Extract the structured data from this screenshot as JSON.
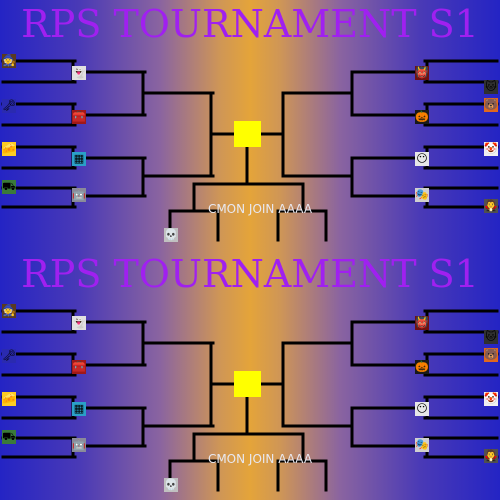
{
  "colors": {
    "title": "#a020f0",
    "bracket_line": "#000000",
    "champion_slot": "#ffff00",
    "slogan": "#e8e8f0"
  },
  "panels": [
    {
      "title": "RPS TOURNAMENT S1",
      "slogan": "CMON JOIN AAAA"
    },
    {
      "title": "RPS TOURNAMENT S1",
      "slogan": "CMON JOIN AAAA"
    }
  ],
  "avatars": [
    {
      "name": "witch-icon",
      "glyph": "🧙",
      "bg": "#5a3a20"
    },
    {
      "name": "ghost-icon",
      "glyph": "👻",
      "bg": "#e0e0e0"
    },
    {
      "name": "key-icon",
      "glyph": "🗝",
      "bg": "#2a2ab0"
    },
    {
      "name": "chest-icon",
      "glyph": "🧰",
      "bg": "#a01818"
    },
    {
      "name": "cheese-icon",
      "glyph": "🧀",
      "bg": "#ffcc22"
    },
    {
      "name": "pixel-icon",
      "glyph": "▦",
      "bg": "#2aa0c8"
    },
    {
      "name": "tank-icon",
      "glyph": "⛟",
      "bg": "#3a7a3a"
    },
    {
      "name": "robot-icon",
      "glyph": "🤖",
      "bg": "#8a8a9a"
    },
    {
      "name": "skull-icon",
      "glyph": "💀",
      "bg": "#c0c0c0"
    },
    {
      "name": "cat-icon",
      "glyph": "🐱",
      "bg": "#303030"
    },
    {
      "name": "bear-icon",
      "glyph": "🐻",
      "bg": "#e06820"
    },
    {
      "name": "clown-icon",
      "glyph": "🤡",
      "bg": "#f0f0f0"
    },
    {
      "name": "mage-icon",
      "glyph": "🧛",
      "bg": "#505050"
    },
    {
      "name": "demon-icon",
      "glyph": "👹",
      "bg": "#701010"
    },
    {
      "name": "pumpkin-icon",
      "glyph": "🎃",
      "bg": "#1a1a1a"
    },
    {
      "name": "face-icon",
      "glyph": "😶",
      "bg": "#e8e8e8"
    },
    {
      "name": "mask-icon",
      "glyph": "🎭",
      "bg": "#d0d0d0"
    }
  ]
}
